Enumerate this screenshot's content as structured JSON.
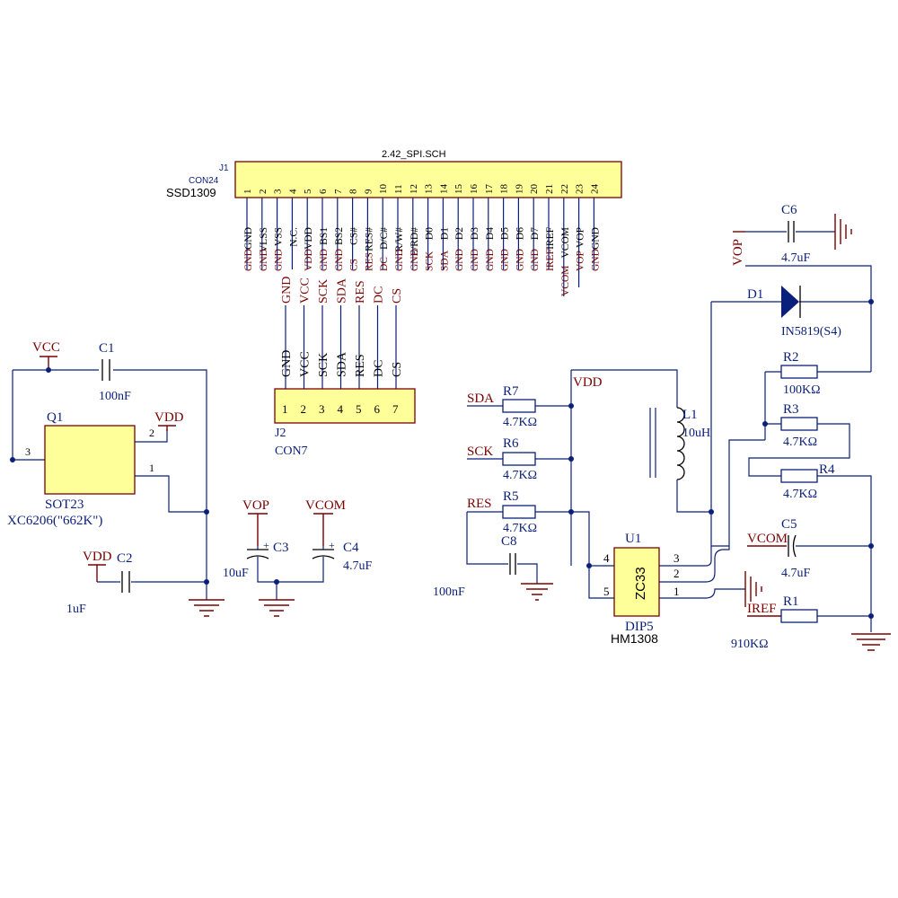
{
  "sheet": {
    "title": "2.42_SPI.SCH"
  },
  "j1": {
    "ref": "J1",
    "type": "CON24",
    "name": "SSD1309",
    "pins": [
      "1",
      "2",
      "3",
      "4",
      "5",
      "6",
      "7",
      "8",
      "9",
      "10",
      "11",
      "12",
      "13",
      "14",
      "15",
      "16",
      "17",
      "18",
      "19",
      "20",
      "21",
      "22",
      "23",
      "24"
    ],
    "pin_names": [
      "GND",
      "VLSS",
      "VSS",
      "N.C.",
      "VDD",
      "BS1",
      "BS2",
      "CS#",
      "RES#",
      "D/C#",
      "R/W#",
      "E/RD#",
      "D0",
      "D1",
      "D2",
      "D3",
      "D4",
      "D5",
      "D6",
      "D7",
      "IREF",
      "VCOM",
      "VOP",
      "GND"
    ],
    "nets": [
      "GND",
      "GND",
      "GND",
      "",
      "VDD",
      "GND",
      "GND",
      "CS",
      "RES",
      "DC",
      "GND",
      "GND",
      "SCK",
      "SDA",
      "GND",
      "GND",
      "GND",
      "GND",
      "GND",
      "GND",
      "IREF",
      "VCOM",
      "VOP",
      "GND"
    ]
  },
  "j2": {
    "ref": "J2",
    "type": "CON7",
    "pins": [
      "1",
      "2",
      "3",
      "4",
      "5",
      "6",
      "7"
    ],
    "pin_names": [
      "GND",
      "VCC",
      "SCK",
      "SDA",
      "RES",
      "DC",
      "CS"
    ],
    "nets": [
      "GND",
      "VCC",
      "SCK",
      "SDA",
      "RES",
      "DC",
      "CS"
    ]
  },
  "regulator": {
    "q1_ref": "Q1",
    "q1_package": "SOT23",
    "q1_part": "XC6206(\"662K\")",
    "pin1": "1",
    "pin2": "2",
    "pin3": "3",
    "vcc": "VCC",
    "vdd": "VDD",
    "vdd2": "VDD",
    "c1_ref": "C1",
    "c1_val": "100nF",
    "c2_ref": "C2",
    "c2_val": "1uF"
  },
  "caps_mid": {
    "vop": "VOP",
    "vcom": "VCOM",
    "c3_ref": "C3",
    "c3_val": "10uF",
    "c4_ref": "C4",
    "c4_val": "4.7uF"
  },
  "boost": {
    "vop": "VOP",
    "c6_ref": "C6",
    "c6_val": "4.7uF",
    "d1_ref": "D1",
    "d1_val": "IN5819(S4)",
    "vdd": "VDD",
    "l1_ref": "L1",
    "l1_val": "10uH",
    "sda": "SDA",
    "sck": "SCK",
    "res": "RES",
    "r7_ref": "R7",
    "r7_val": "4.7KΩ",
    "r6_ref": "R6",
    "r6_val": "4.7KΩ",
    "r5_ref": "R5",
    "r5_val": "4.7KΩ",
    "c8_ref": "C8",
    "c8_val": "100nF",
    "r2_ref": "R2",
    "r2_val": "100KΩ",
    "r3_ref": "R3",
    "r3_val": "4.7KΩ",
    "r4_ref": "R4",
    "r4_val": "4.7KΩ",
    "u1_ref": "U1",
    "u1_part": "ZC33",
    "u1_package": "DIP5",
    "u1_name": "HM1308",
    "u1_pins": [
      "4",
      "5",
      "3",
      "2",
      "1"
    ],
    "vcom": "VCOM",
    "c5_ref": "C5",
    "c5_val": "4.7uF",
    "iref": "IREF",
    "r1_ref": "R1",
    "r1_val": "910KΩ"
  },
  "colors": {
    "wire": "#0a1f7a",
    "net_label": "#7a0000",
    "component_fill": "#ffff99",
    "body_outline": "#7a0000"
  }
}
